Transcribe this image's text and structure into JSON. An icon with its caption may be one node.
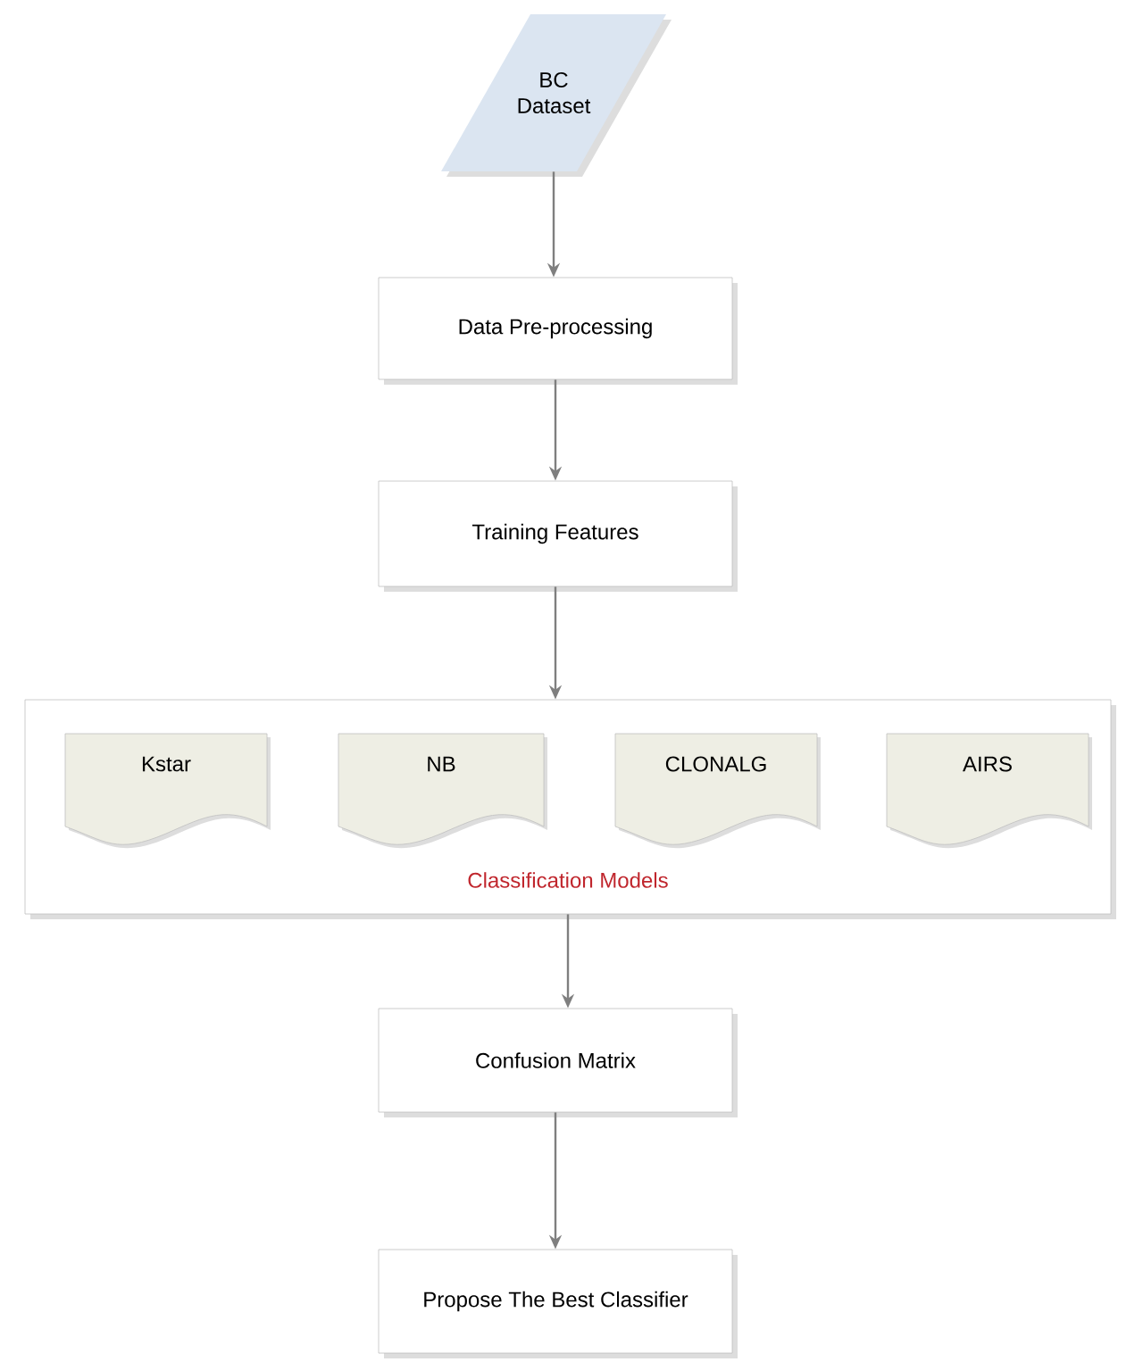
{
  "diagram": {
    "nodes": [
      {
        "text": [
          "BC Dataset"
        ]
      },
      {
        "text": [
          "Data Pre-processing"
        ]
      },
      {
        "text": [
          "Training Features"
        ]
      },
      {
        "text": [
          "Classification Models"
        ]
      },
      {
        "text": [
          "Kstar"
        ],
        "in": 3
      },
      {
        "text": [
          "NB"
        ],
        "in": 3
      },
      {
        "text": [
          "CLONALG"
        ],
        "in": 3
      },
      {
        "text": [
          "AIRS"
        ],
        "in": 3
      },
      {
        "text": [
          "Confusion Matrix"
        ]
      },
      {
        "text": [
          "Propose The Best Classifier"
        ]
      }
    ],
    "edges": [
      {
        "from": 0,
        "to": 1,
        "arrow": "to"
      },
      {
        "from": 1,
        "to": 2,
        "arrow": "to"
      },
      {
        "from": 2,
        "to": 3,
        "arrow": "to"
      },
      {
        "from": 3,
        "to": 8,
        "arrow": "to"
      },
      {
        "from": 8,
        "to": 9,
        "arrow": "to"
      }
    ]
  }
}
